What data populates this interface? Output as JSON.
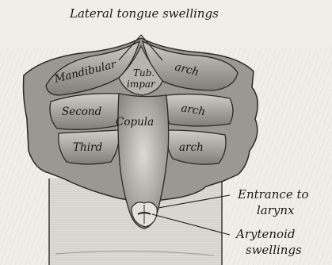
{
  "figure": {
    "labels": {
      "lateral_tongue_swellings": "Lateral tongue swellings",
      "mandibular": "Mandibular",
      "arch_1": "arch",
      "tub": "Tub.",
      "impar": "impar",
      "second": "Second",
      "arch_2": "arch",
      "copula": "Copula",
      "third": "Third",
      "arch_3": "arch",
      "entrance_to": "Entrance to",
      "larynx": "larynx",
      "arytenoid": "Arytenoid",
      "swellings": "swellings"
    }
  }
}
